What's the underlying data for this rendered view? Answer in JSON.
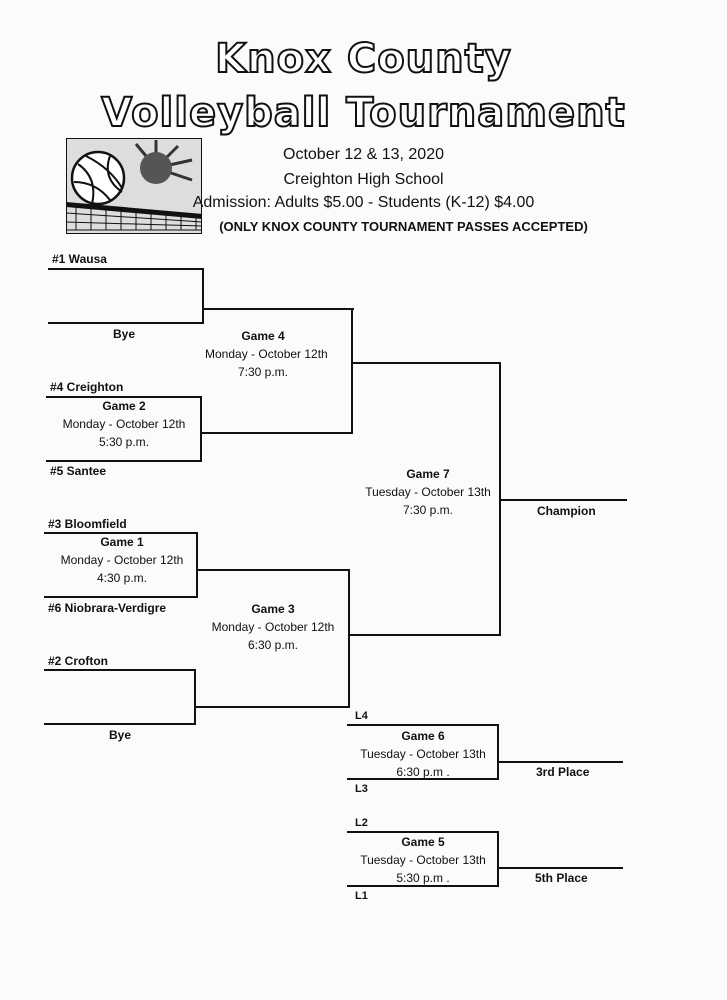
{
  "header": {
    "title_line1": "Knox County",
    "title_line2": "Volleyball Tournament",
    "dates": "October 12 & 13, 2020",
    "venue": "Creighton High School",
    "admission": "Admission:  Adults $5.00  -  Students (K-12) $4.00",
    "passes_note": "(ONLY KNOX COUNTY TOURNAMENT PASSES ACCEPTED)"
  },
  "teams": {
    "wausa": "#1  Wausa",
    "bye1": "Bye",
    "creighton": "#4  Creighton",
    "santee": "#5  Santee",
    "bloomfield": "#3  Bloomfield",
    "niobrara": "#6  Niobrara-Verdigre",
    "crofton": "#2  Crofton",
    "bye2": "Bye"
  },
  "games": {
    "g1": {
      "title": "Game 1",
      "day": "Monday - October 12th",
      "time": "4:30 p.m."
    },
    "g2": {
      "title": "Game 2",
      "day": "Monday - October 12th",
      "time": "5:30 p.m."
    },
    "g3": {
      "title": "Game 3",
      "day": "Monday - October 12th",
      "time": "6:30 p.m."
    },
    "g4": {
      "title": "Game 4",
      "day": "Monday - October 12th",
      "time": "7:30 p.m."
    },
    "g5": {
      "title": "Game 5",
      "day": "Tuesday - October 13th",
      "time": "5:30 p.m ."
    },
    "g6": {
      "title": "Game 6",
      "day": "Tuesday - October 13th",
      "time": "6:30 p.m ."
    },
    "g7": {
      "title": "Game 7",
      "day": "Tuesday - October 13th",
      "time": "7:30 p.m."
    }
  },
  "results": {
    "champion": "Champion",
    "third": "3rd Place",
    "fifth": "5th Place"
  },
  "losers": {
    "l4": "L4",
    "l3": "L3",
    "l2": "L2",
    "l1": "L1"
  },
  "logo": {
    "icon": "volleyball-net-icon"
  }
}
